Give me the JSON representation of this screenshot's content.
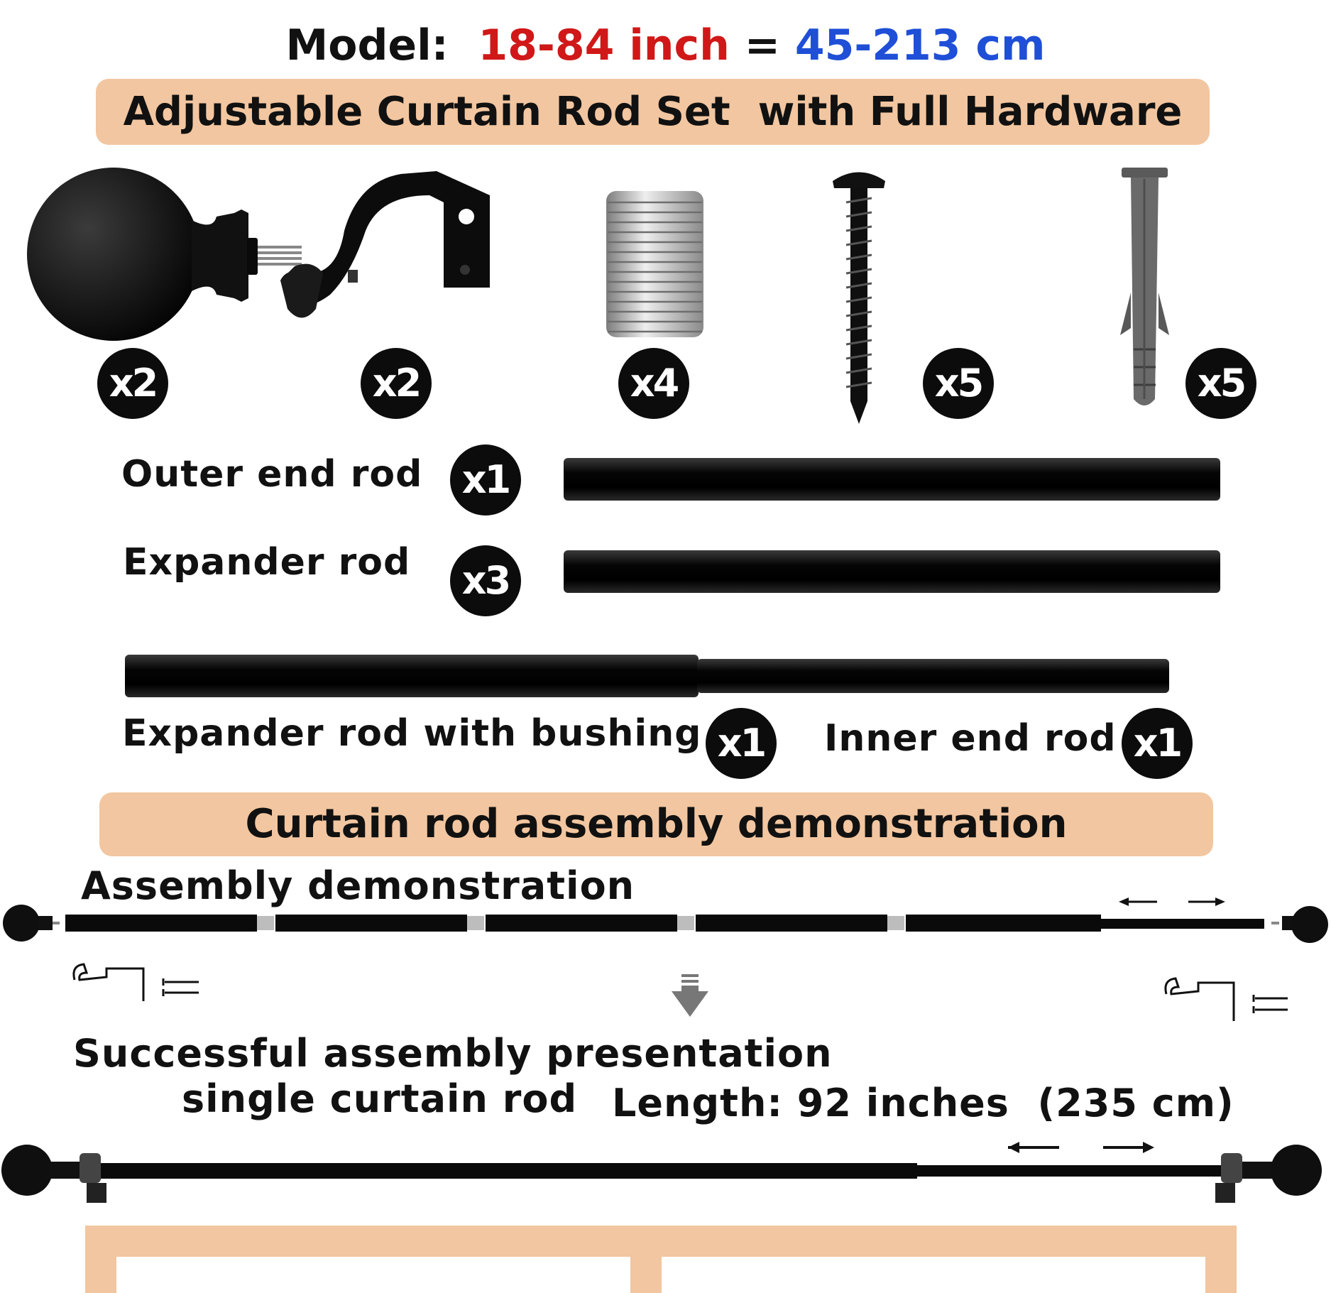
{
  "model": {
    "prefix": "Model:",
    "inch_range": "18-84 inch",
    "equals": "=",
    "cm_range": "45-213 cm",
    "colors": {
      "inch": "#d01818",
      "cm": "#1f4fd6"
    }
  },
  "banner_top": "Adjustable Curtain Rod Set  with Full Hardware",
  "hardware": [
    {
      "name": "finial",
      "icon": "ball-finial-icon",
      "qty": "x2"
    },
    {
      "name": "bracket",
      "icon": "curtain-bracket-icon",
      "qty": "x2"
    },
    {
      "name": "bushing",
      "icon": "threaded-bushing-icon",
      "qty": "x4"
    },
    {
      "name": "screw",
      "icon": "screw-icon",
      "qty": "x5"
    },
    {
      "name": "anchor",
      "icon": "wall-anchor-icon",
      "qty": "x5"
    }
  ],
  "rods": {
    "outer": {
      "label": "Outer end rod",
      "qty": "x1"
    },
    "expander": {
      "label": "Expander rod",
      "qty": "x3"
    },
    "expander_bushing": {
      "label": "Expander rod with bushing",
      "qty": "x1"
    },
    "inner": {
      "label": "Inner end rod",
      "qty": "x1"
    }
  },
  "banner_assembly": "Curtain rod assembly demonstration",
  "assembly_label": "Assembly demonstration",
  "success_label": "Successful assembly presentation",
  "single_label": "single curtain rod",
  "length_label": "Length: 92 inches  (235 cm)",
  "colors": {
    "banner": "#f2c6a0",
    "badge": "#0c0c0c"
  }
}
